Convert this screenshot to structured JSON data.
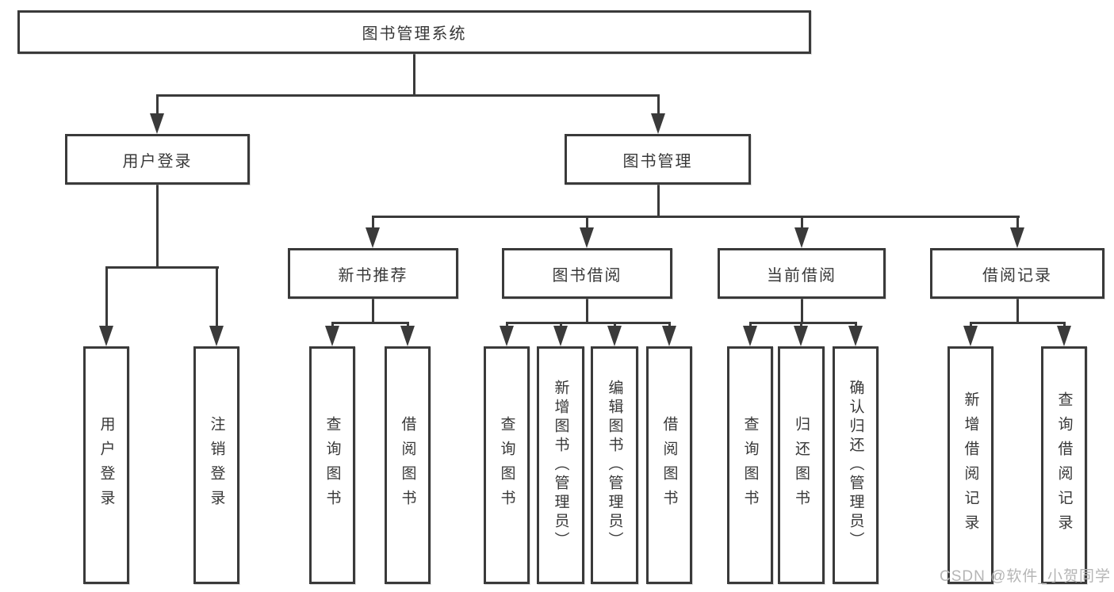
{
  "nodes": {
    "root": "图书管理系统",
    "user_login": "用户登录",
    "book_mgmt": "图书管理",
    "new_book_rec": "新书推荐",
    "book_borrow": "图书借阅",
    "current_borrow": "当前借阅",
    "borrow_records": "借阅记录",
    "leaf_user_login": "用户登录",
    "leaf_logout": "注销登录",
    "leaf_nb_query": "查询图书",
    "leaf_nb_borrow": "借阅图书",
    "leaf_bb_query": "查询图书",
    "leaf_bb_add": "新增图书（管理员）",
    "leaf_bb_edit": "编辑图书（管理员）",
    "leaf_bb_borrow": "借阅图书",
    "leaf_cb_query": "查询图书",
    "leaf_cb_return": "归还图书",
    "leaf_cb_confirm": "确认归还（管理员）",
    "leaf_br_add": "新增借阅记录",
    "leaf_br_query": "查询借阅记录"
  },
  "watermark": "CSDN @软件_小贺同学",
  "colors": {
    "line": "#3a3a3a",
    "text": "#383838",
    "watermark": "#b5b5b5",
    "background": "#ffffff"
  }
}
